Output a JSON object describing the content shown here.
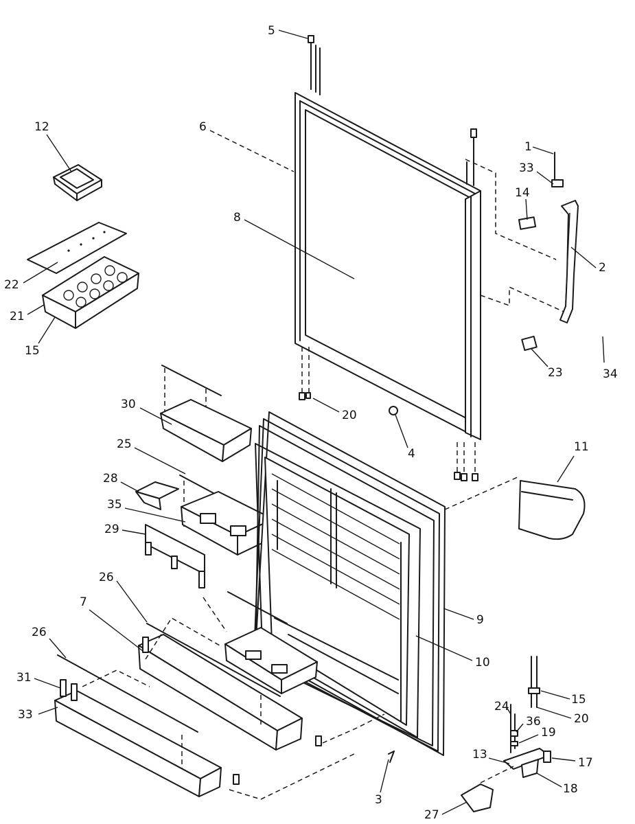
{
  "diagram": {
    "parts": [
      {
        "id": "door",
        "callout": "8"
      },
      {
        "id": "door-frame",
        "callout": "6"
      },
      {
        "id": "screw-top",
        "callout": "5"
      },
      {
        "id": "hinge-top",
        "callout": "2"
      },
      {
        "id": "screw-1",
        "callout": "1"
      },
      {
        "id": "shim-33",
        "callout": "33"
      },
      {
        "id": "bushing-14",
        "callout": "14"
      },
      {
        "id": "washer-23",
        "callout": "23"
      },
      {
        "id": "screw-34",
        "callout": "34"
      },
      {
        "id": "ice-bin",
        "callout": "12"
      },
      {
        "id": "tray-cover",
        "callout": "22"
      },
      {
        "id": "ice-tray",
        "callout": "21"
      },
      {
        "id": "ice-tray-frame",
        "callout": "15"
      },
      {
        "id": "door-stop",
        "callout": "4"
      },
      {
        "id": "hinge-pin",
        "callout": "20"
      },
      {
        "id": "door-shelf-30",
        "callout": "30"
      },
      {
        "id": "shelf-bar-25",
        "callout": "25"
      },
      {
        "id": "egg-bin",
        "callout": "28"
      },
      {
        "id": "door-shelf-35",
        "callout": "35"
      },
      {
        "id": "bracket-29",
        "callout": "29"
      },
      {
        "id": "shelf-bar-26a",
        "callout": "26"
      },
      {
        "id": "door-shelf-7",
        "callout": "7"
      },
      {
        "id": "shelf-bar-26b",
        "callout": "26"
      },
      {
        "id": "shelf-end-31",
        "callout": "31"
      },
      {
        "id": "bottom-shelf",
        "callout": "33"
      },
      {
        "id": "door-liner",
        "callout": "9"
      },
      {
        "id": "gasket",
        "callout": "10"
      },
      {
        "id": "handle-11",
        "callout": "11"
      },
      {
        "id": "screw-3",
        "callout": "3"
      },
      {
        "id": "hinge-bottom",
        "callout": "17"
      },
      {
        "id": "spacer-15",
        "callout": "15"
      },
      {
        "id": "pin-20",
        "callout": "20"
      },
      {
        "id": "screw-24",
        "callout": "24"
      },
      {
        "id": "washer-36",
        "callout": "36"
      },
      {
        "id": "washer-19",
        "callout": "19"
      },
      {
        "id": "bracket-13",
        "callout": "13"
      },
      {
        "id": "bushing-18",
        "callout": "18"
      },
      {
        "id": "cover-27",
        "callout": "27"
      }
    ]
  }
}
